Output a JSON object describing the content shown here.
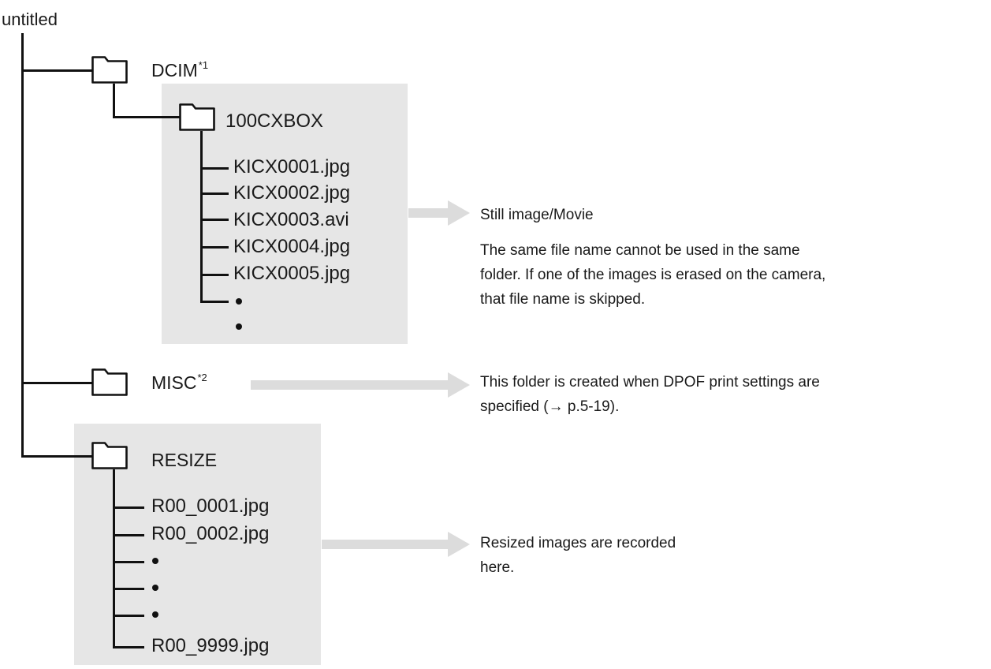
{
  "root": {
    "label": "untitled"
  },
  "dcim": {
    "label": "DCIM",
    "footnote": "*1",
    "subfolder": {
      "label": "100CXBOX",
      "files": [
        "KICX0001.jpg",
        "KICX0002.jpg",
        "KICX0003.avi",
        "KICX0004.jpg",
        "KICX0005.jpg"
      ],
      "ellipsis": [
        "•",
        "•"
      ]
    }
  },
  "misc": {
    "label": "MISC",
    "footnote": "*2"
  },
  "resize": {
    "label": "RESIZE",
    "files": [
      "R00_0001.jpg",
      "R00_0002.jpg"
    ],
    "ellipsis": [
      "•",
      "•",
      "•"
    ],
    "last_file": "R00_9999.jpg"
  },
  "notes": {
    "still": {
      "title": "Still image/Movie",
      "lines": [
        "The same file name cannot be used in the same",
        "folder. If one of the images is erased on the camera,",
        "that file name is skipped."
      ]
    },
    "misc": {
      "lines": [
        "This folder is created when DPOF print settings are",
        "specified (→ p.5-19)."
      ]
    },
    "resize": {
      "lines": [
        "Resized images are recorded",
        "here."
      ]
    }
  },
  "colors": {
    "panel": "#e6e6e6",
    "arrow": "#dcdcdc",
    "line": "#111111"
  },
  "icons": {
    "folder": "folder-icon",
    "arrow": "arrow-right-icon"
  }
}
